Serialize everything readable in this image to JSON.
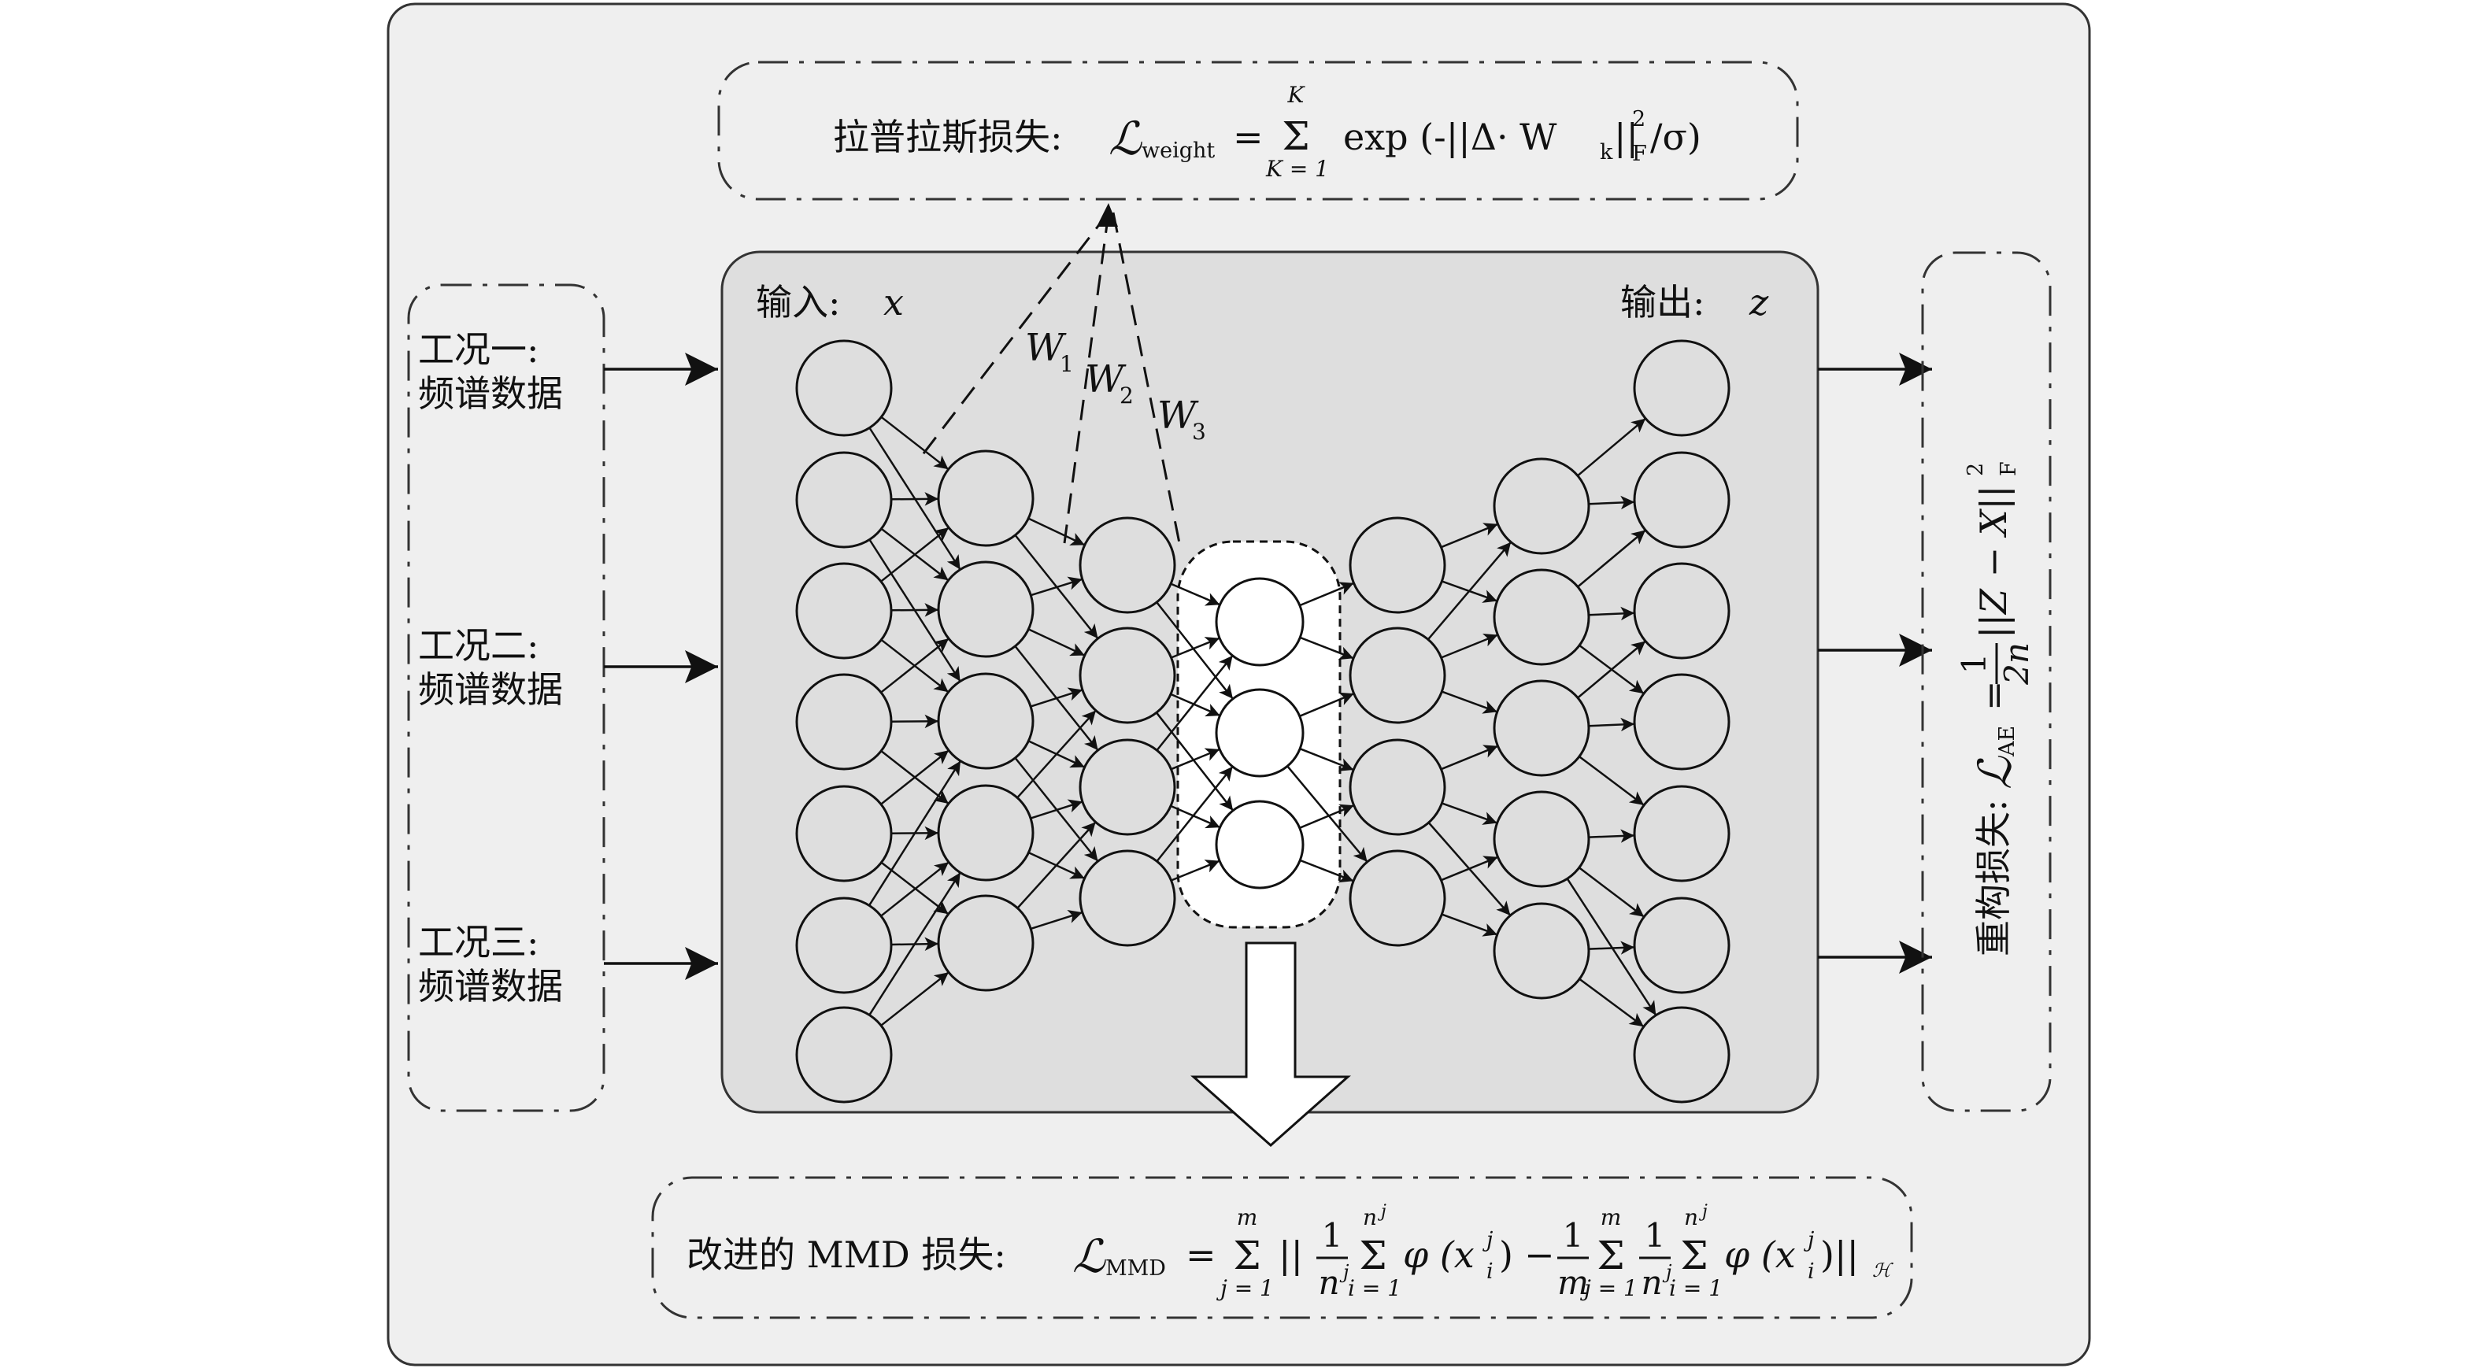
{
  "laplacian_loss": {
    "label": "拉普拉斯损失:",
    "L": "ℒ",
    "sub": "weight",
    "eq": "=",
    "sum_top": "K",
    "sum_sym": "Σ",
    "sum_bottom": "K = 1",
    "body": "exp (-||Δ· W",
    "w_sub": "k",
    "norm_close": "||",
    "sq": "2",
    "F": "F",
    "tail": "/σ)"
  },
  "inputs": [
    {
      "line1": "工况一:",
      "line2": "频谱数据"
    },
    {
      "line1": "工况二:",
      "line2": "频谱数据"
    },
    {
      "line1": "工况三:",
      "line2": "频谱数据"
    }
  ],
  "network": {
    "input_label": "输入: ",
    "input_var": "x",
    "output_label": "输出: ",
    "output_var": "z",
    "weights": [
      {
        "W": "W",
        "sub": "1"
      },
      {
        "W": "W",
        "sub": "2"
      },
      {
        "W": "W",
        "sub": "3"
      }
    ]
  },
  "recon_loss": {
    "label": "重构损失: ",
    "L": "ℒ",
    "sub": "AE",
    "eq": "=",
    "frac_num": "1",
    "frac_den": "2n",
    "expr": "||Z − X||",
    "sq": "2",
    "F": "F"
  },
  "mmd_loss": {
    "label": "改进的 MMD 损失:",
    "L": "ℒ",
    "sub": "MMD",
    "eq": "=",
    "s1_top": "m",
    "s1_bottom": "j = 1",
    "sum_sym": "Σ",
    "bar1": "||",
    "f1_num": "1",
    "f1_den": "n",
    "f1_den_sup": "j",
    "s2_top": "n",
    "s2_top_sup": "j",
    "s2_bottom": "i = 1",
    "phi1": "φ (x",
    "x_sub": "i",
    "x_sup": "j",
    "close": ")",
    "minus": "−",
    "f2_num": "1",
    "f2_den": "m",
    "s3_top": "m",
    "s3_bottom": "j = 1",
    "f3_num": "1",
    "f3_den": "n",
    "f3_den_sup": "j",
    "s4_top": "n",
    "s4_top_sup": "j",
    "s4_bottom": "i = 1",
    "phi2": "φ (x",
    "x2_sub": "i",
    "x2_sup": "j",
    "close2": ")||",
    "H": "ℋ"
  }
}
